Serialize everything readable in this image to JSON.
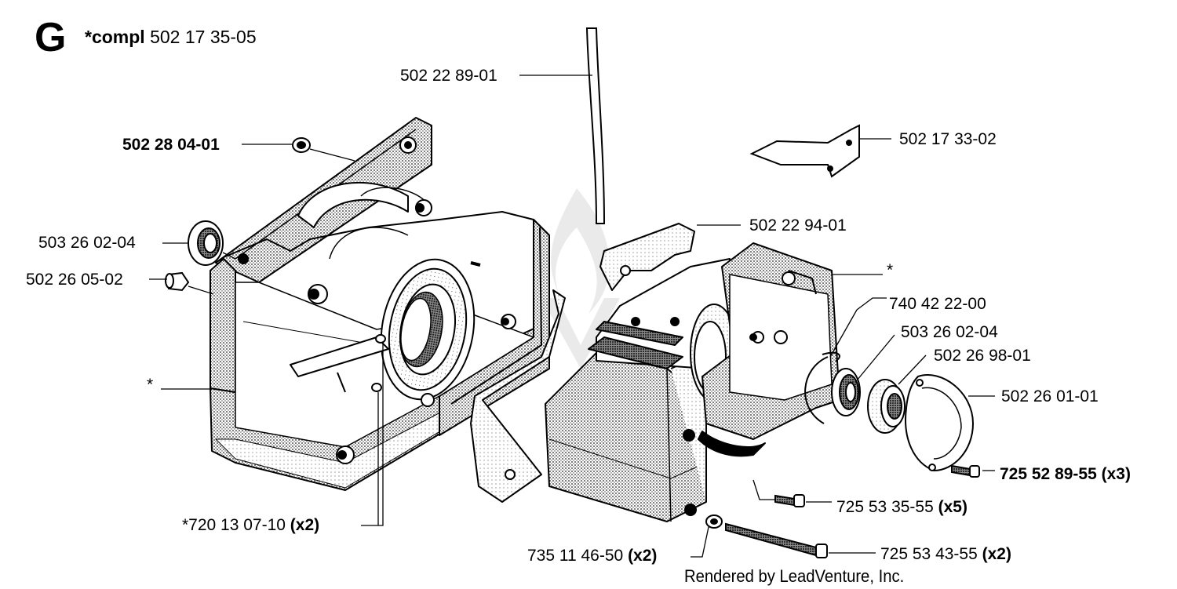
{
  "header": {
    "section": "G",
    "compl_prefix": "*compl",
    "compl_number": "502 17 35-05"
  },
  "callouts": {
    "hose": "502 22 89-01",
    "plug": "502 28 04-01",
    "bracket": "502 17 33-02",
    "seal_left": "503 26 02-04",
    "bushing": "502 26 05-02",
    "gasket": "502 22 94-01",
    "asterisk_right": "*",
    "circlip": "740 42 22-00",
    "seal_right": "503 26 02-04",
    "bearing": "502 26 98-01",
    "cover": "502 26 01-01",
    "asterisk_left": "*",
    "screw_cover": "725 52 89-55",
    "screw_cover_qty": "(x3)",
    "screw_mid": "725 53 35-55",
    "screw_mid_qty": "(x5)",
    "pin": "*720 13 07-10",
    "pin_qty": "(x2)",
    "washer": "735 11 46-50",
    "washer_qty": "(x2)",
    "long_screw": "725 53 43-55",
    "long_screw_qty": "(x2)"
  },
  "footer": {
    "credit": "Rendered by LeadVenture, Inc."
  }
}
